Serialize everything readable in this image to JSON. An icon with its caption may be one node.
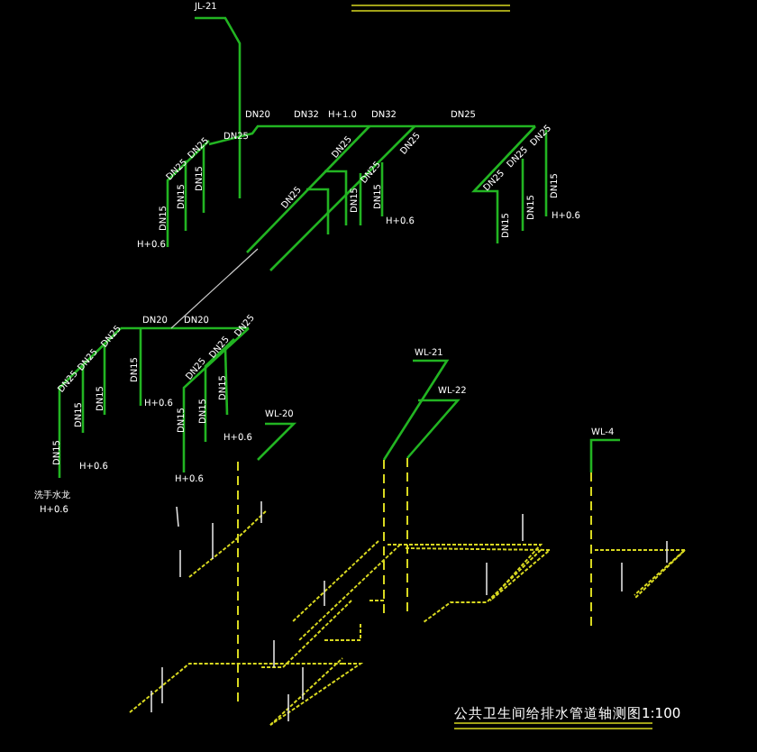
{
  "diagram": {
    "title": "公共卫生间给排水管道轴测图1:100",
    "labels": [
      "JL-21",
      "DN20",
      "DN25",
      "DN32",
      "H+1.0",
      "DN32",
      "DN25",
      "DN25",
      "DN25",
      "DN15",
      "DN15",
      "DN15",
      "H+0.6",
      "DN25",
      "DN25",
      "DN25",
      "DN25",
      "DN15",
      "DN15",
      "H+0.6",
      "DN25",
      "DN25",
      "DN25",
      "DN15",
      "DN15",
      "DN15",
      "H+0.6",
      "DN20",
      "DN20",
      "DN25",
      "DN25",
      "DN25",
      "DN25",
      "DN25",
      "DN25",
      "DN15",
      "DN15",
      "DN15",
      "DN15",
      "DN15",
      "DN15",
      "DN15",
      "H+0.6",
      "H+0.6",
      "H+0.6",
      "H+0.6",
      "洗手水龙",
      "H+0.6",
      "WL-20",
      "WL-21",
      "WL-22",
      "WL-4"
    ]
  }
}
